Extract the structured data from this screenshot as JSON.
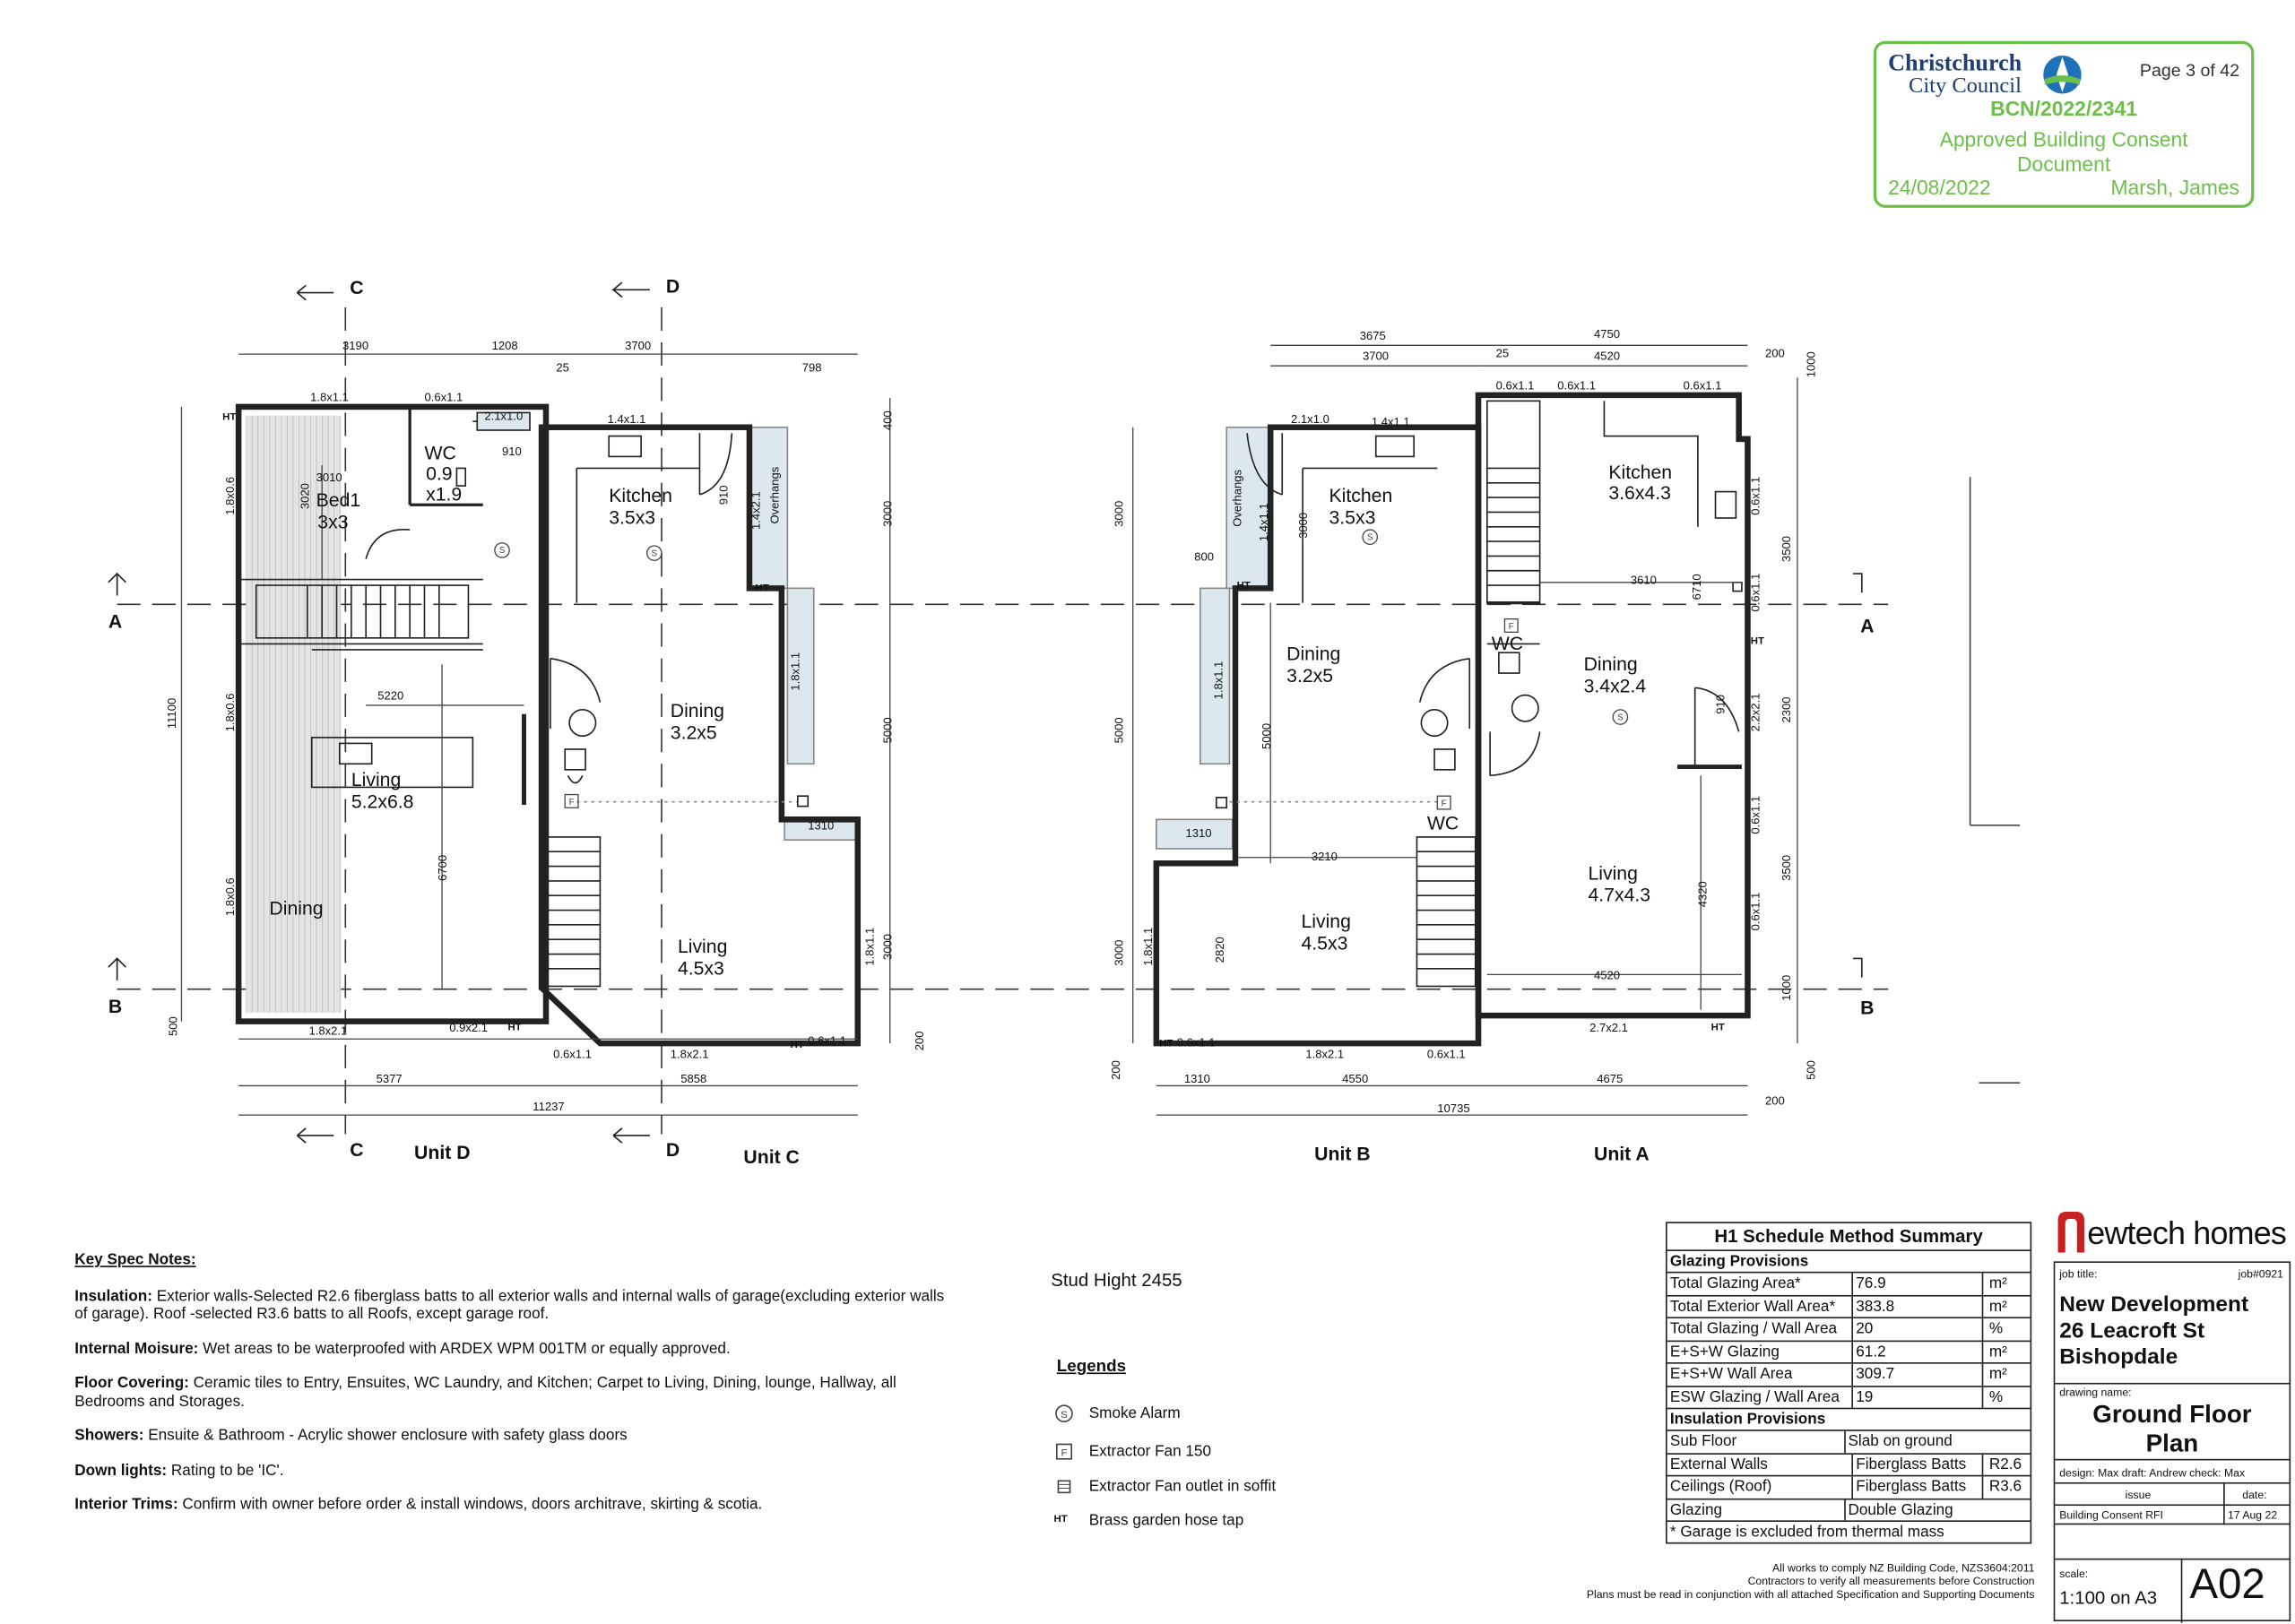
{
  "stamp": {
    "council_line1": "Christchurch",
    "council_line2": "City Council",
    "page": "Page 3 of 42",
    "consent_no": "BCN/2022/2341",
    "status_line1": "Approved Building Consent",
    "status_line2": "Document",
    "date": "24/08/2022",
    "officer": "Marsh, James",
    "color": "#6cc04a"
  },
  "plan": {
    "section_labels": {
      "c": "C",
      "d": "D",
      "a": "A",
      "b": "B"
    },
    "unit_labels": [
      "Unit D",
      "Unit C",
      "Unit B",
      "Unit A"
    ],
    "rooms": {
      "d_wc": [
        "WC",
        "0.9",
        "x1.9"
      ],
      "d_bed": [
        "Bed1",
        "3x3"
      ],
      "d_living": [
        "Living",
        "5.2x6.8"
      ],
      "d_dining": "Dining",
      "c_kitchen": [
        "Kitchen",
        "3.5x3"
      ],
      "c_dining": [
        "Dining",
        "3.2x5"
      ],
      "c_living": [
        "Living",
        "4.5x3"
      ],
      "b_kitchen": [
        "Kitchen",
        "3.5x3"
      ],
      "b_dining": [
        "Dining",
        "3.2x5"
      ],
      "b_living": [
        "Living",
        "4.5x3"
      ],
      "b_wc": "WC",
      "a_kitchen": [
        "Kitchen",
        "3.6x4.3"
      ],
      "a_dining": [
        "Dining",
        "3.4x2.4"
      ],
      "a_living": [
        "Living",
        "4.7x4.3"
      ],
      "a_wc": "WC",
      "overhangs": "Overhangs"
    },
    "dimensions": {
      "d_top_3190": "3190",
      "d_top_1208": "1208",
      "d_top_25": "25",
      "c_top_3700": "3700",
      "c_top_798": "798",
      "b_top_3675": "3675",
      "b_top_3700": "3700",
      "a_top_25": "25",
      "a_top_4750": "4750",
      "a_top_4520": "4520",
      "a_top_200": "200",
      "d_w1": "1.8x1.1",
      "d_w2": "0.6x1.1",
      "d_w3": "2.1x1.0",
      "c_w1": "1.4x1.1",
      "d_910": "910",
      "c_910": "910",
      "d_3010": "3010",
      "d_3020": "3020",
      "c_w2": "1.4x2.1",
      "d_5220": "5220",
      "d_6700": "6700",
      "d_11100": "11100",
      "d_side1": "1.8x0.6",
      "d_side2": "1.8x0.6",
      "d_side3": "1.8x0.6",
      "c_right_400": "400",
      "c_right_3000": "3000",
      "c_right_5000": "5000",
      "c_right_3000b": "3000",
      "c_w3": "1.8x1.1",
      "c_w4": "1.8x1.1",
      "c_1310": "1310",
      "d_bot_w1": "1.8x2.1",
      "d_bot_w2": "0.9x2.1",
      "c_bot_w1": "0.6x1.1",
      "c_bot_w2": "1.8x2.1",
      "c_bot_w3": "0.6x1.1",
      "d_500": "500",
      "c_200": "200",
      "d_5377": "5377",
      "c_5858": "5858",
      "total_11237": "11237",
      "b_w1": "2.1x1.0",
      "b_w2": "1.4x1.1",
      "b_w3": "1.4x1.1",
      "b_w4": "1.8x1.1",
      "b_w5": "1.8x1.1",
      "b_800": "800",
      "b_3000": "3000",
      "b_3000v": "3000",
      "b_5000": "5000",
      "b_5000v": "5000",
      "b_3000b": "3000",
      "b_1310": "1310",
      "b_3210": "3210",
      "b_2820": "2820",
      "a_w1": "0.6x1.1",
      "a_w2": "0.6x1.1",
      "a_w3": "0.6x1.1",
      "a_3610": "3610",
      "a_6710": "6710",
      "a_910": "910",
      "a_4320": "4320",
      "a_4520b": "4520",
      "a_r1": "1000",
      "a_r2": "3500",
      "a_r3": "2300",
      "a_r4": "3500",
      "a_r5": "1000",
      "a_rw1": "0.6x1.1",
      "a_rw2": "0.6x1.1",
      "a_rw3": "2.2x2.1",
      "a_rw4": "0.6x1.1",
      "a_rw5": "0.6x1.1",
      "b_bot_w1": "0.6x1.1",
      "b_bot_w2": "1.8x2.1",
      "b_bot_w3": "0.6x1.1",
      "a_bot_w": "2.7x2.1",
      "b_200": "200",
      "a_500": "500",
      "a_200b": "200",
      "b_1310b": "1310",
      "b_4550": "4550",
      "a_4675": "4675",
      "total_10735": "10735"
    },
    "ht": "HT",
    "symbols": {
      "smoke": "S",
      "fan": "F"
    }
  },
  "notes": {
    "title": "Key Spec Notes:",
    "items": [
      {
        "label": "Insulation:",
        "text": "Exterior walls-Selected R2.6 fiberglass batts to all exterior walls and internal walls of garage(excluding exterior walls of garage). Roof -selected R3.6 batts to all Roofs, except garage roof."
      },
      {
        "label": "Internal Moisure:",
        "text": "Wet areas to be waterproofed with ARDEX WPM 001TM or equally approved."
      },
      {
        "label": "Floor Covering:",
        "text": "Ceramic tiles to Entry, Ensuites, WC Laundry, and Kitchen; Carpet to Living, Dining, lounge, Hallway, all Bedrooms and Storages."
      },
      {
        "label": "Showers:",
        "text": "Ensuite & Bathroom - Acrylic shower enclosure with safety glass doors"
      },
      {
        "label": "Down lights:",
        "text": "Rating to be 'IC'."
      },
      {
        "label": "Interior Trims:",
        "text": "Confirm with owner before order & install windows, doors architrave, skirting & scotia."
      }
    ]
  },
  "stud": "Stud Hight 2455",
  "legend": {
    "title": "Legends",
    "items": [
      {
        "icon": "smoke-alarm-icon",
        "text": "Smoke Alarm"
      },
      {
        "icon": "extractor-fan-icon",
        "text": "Extractor Fan 150"
      },
      {
        "icon": "soffit-outlet-icon",
        "text": "Extractor Fan outlet in soffit"
      },
      {
        "icon": "hose-tap-icon",
        "symbol": "HT",
        "text": "Brass garden hose tap"
      }
    ]
  },
  "h1": {
    "title": "H1 Schedule Method Summary",
    "glazing_header": "Glazing Provisions",
    "glazing": [
      [
        "Total Glazing Area*",
        "76.9",
        "m²"
      ],
      [
        "Total Exterior Wall Area*",
        "383.8",
        "m²"
      ],
      [
        "Total Glazing / Wall Area",
        "20",
        "%"
      ],
      [
        "E+S+W Glazing",
        "61.2",
        "m²"
      ],
      [
        "E+S+W Wall Area",
        "309.7",
        "m²"
      ],
      [
        "ESW Glazing / Wall Area",
        "19",
        "%"
      ]
    ],
    "insulation_header": "Insulation Provisions",
    "insulation": [
      [
        "Sub Floor",
        "Slab on ground",
        ""
      ],
      [
        "External Walls",
        "Fiberglass Batts",
        "R2.6"
      ],
      [
        "Ceilings (Roof)",
        "Fiberglass Batts",
        "R3.6"
      ],
      [
        "Glazing",
        "Double Glazing",
        ""
      ]
    ],
    "footnote": "* Garage is excluded from thermal mass"
  },
  "titleblock": {
    "brand": "ewtech homes",
    "brand_color": "#c8201e",
    "job_title_label": "job title:",
    "job_no": "job#0921",
    "job_title": [
      "New Development",
      "26 Leacroft St",
      "Bishopdale"
    ],
    "drawing_name_label": "drawing name:",
    "drawing_name": [
      "Ground Floor",
      "Plan"
    ],
    "people": "design: Max    draft: Andrew  check: Max",
    "issue_label": "issue",
    "date_label": "date:",
    "issue": "Building Consent RFI",
    "date": "17 Aug 22",
    "scale_label": "scale:",
    "scale": "1:100 on A3",
    "drawing_no": "A02"
  },
  "compliance": [
    "All works to comply NZ Building Code, NZS3604:2011",
    "Contractors to verify all measurements before Construction",
    "Plans must be read in conjunction with all attached Specification and Supporting Documents"
  ]
}
